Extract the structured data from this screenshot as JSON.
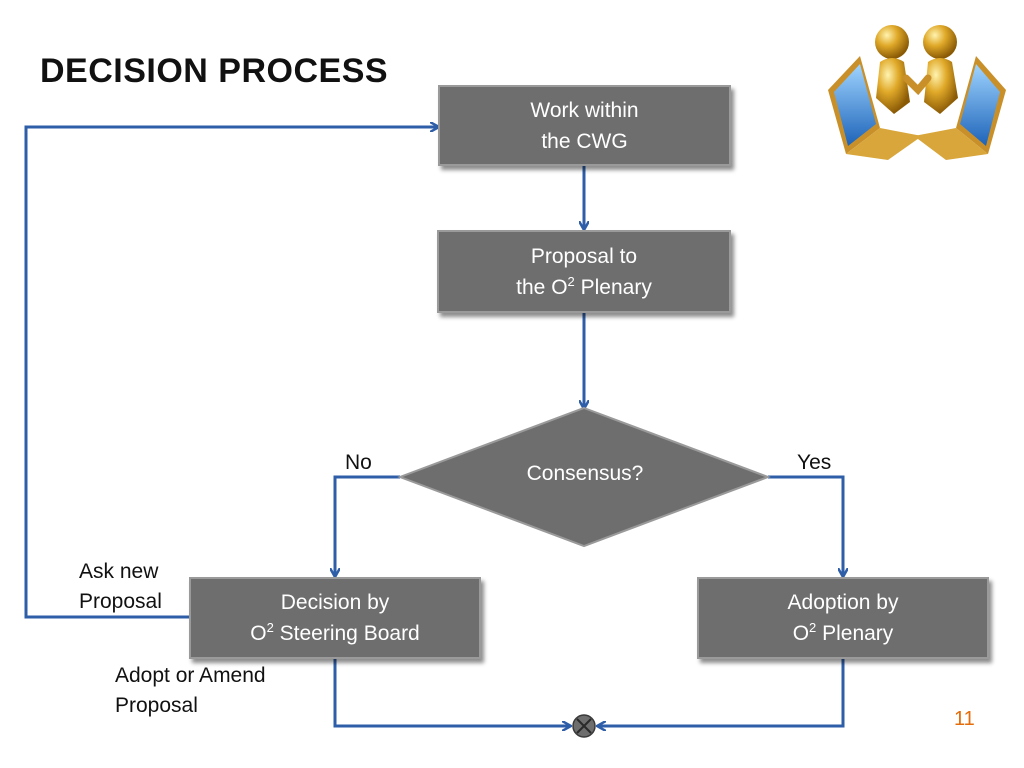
{
  "slide": {
    "title": "DECISION PROCESS",
    "page_number": "11",
    "logo": "two-gold-figures-shaking-hands-from-laptops-image"
  },
  "flow": {
    "work": {
      "line1": "Work within",
      "line2": "the CWG"
    },
    "proposal": {
      "line1": "Proposal to",
      "line2_pre": "the O",
      "sup": "2",
      "line2_post": " Plenary"
    },
    "decision": {
      "text": "Consensus?",
      "no_label": "No",
      "yes_label": "Yes"
    },
    "steering": {
      "line1": "Decision by",
      "line2_pre": "O",
      "sup": "2",
      "line2_post": " Steering Board"
    },
    "adoption": {
      "line1": "Adoption by",
      "line2_pre": "O",
      "sup": "2",
      "line2_post": " Plenary"
    },
    "ask_new": {
      "line1": "Ask new",
      "line2": "Proposal"
    },
    "adopt_amend": {
      "line1": "Adopt or Amend",
      "line2": "Proposal"
    },
    "merge_symbol": "circle-x-junction-icon"
  },
  "colors": {
    "box_fill": "#6e6e6e",
    "arrow": "#2e5ea8",
    "page_number": "#e46c0a"
  }
}
